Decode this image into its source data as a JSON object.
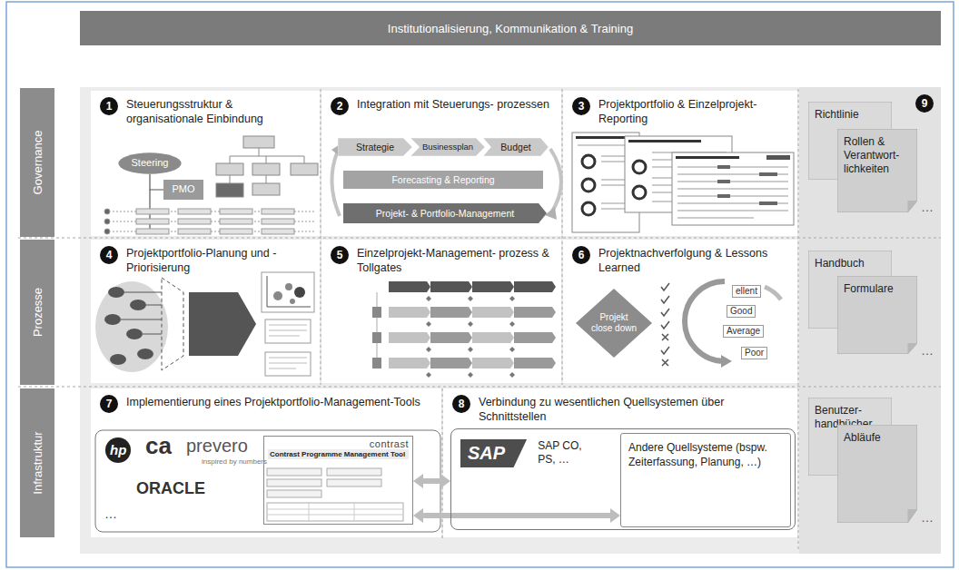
{
  "diagram": {
    "nodes": [
      {
        "text": [
          "Institutionalisierung, Kommunikation & Training"
        ]
      },
      {
        "text": [
          "Governance"
        ]
      },
      {
        "text": [
          "Prozesse"
        ]
      },
      {
        "text": [
          "Infrastruktur"
        ]
      },
      {
        "text": [
          "1",
          "Steuerungsstruktur & organisationale Einbindung"
        ]
      },
      {
        "text": [
          "Steering"
        ],
        "in": 4
      },
      {
        "text": [
          "PMO"
        ],
        "in": 4
      },
      {
        "text": [
          "2",
          "Integration mit Steuerungs- prozessen"
        ]
      },
      {
        "text": [
          "Strategie"
        ],
        "in": 7
      },
      {
        "text": [
          "Businessplan"
        ],
        "in": 7
      },
      {
        "text": [
          "Budget"
        ],
        "in": 7
      },
      {
        "text": [
          "Forecasting & Reporting"
        ],
        "in": 7
      },
      {
        "text": [
          "Projekt- & Portfolio-Management"
        ],
        "in": 7
      },
      {
        "text": [
          "3",
          "Projektportfolio & Einzelprojekt-Reporting"
        ]
      },
      {
        "text": [
          "4",
          "Projektportfolio-Planung und -Priorisierung"
        ]
      },
      {
        "text": [
          "5",
          "Einzelprojekt-Management- prozess & Tollgates"
        ]
      },
      {
        "text": [
          "6",
          "Projektnachverfolgung & Lessons Learned"
        ]
      },
      {
        "text": [
          "Projekt close down"
        ],
        "in": 16
      },
      {
        "text": [
          "7",
          "Implementierung eines Projektportfolio-Management-Tools"
        ]
      },
      {
        "text": [
          "Contrast Programme Management Tool",
          "contrast"
        ],
        "in": 18
      },
      {
        "text": [
          "8",
          "Verbindung zu wesentlichen Quellsystemen über Schnittstellen"
        ]
      },
      {
        "text": [
          "SAP",
          "SAP CO, PS, …"
        ],
        "in": 20
      },
      {
        "text": [
          "Andere Quellsysteme (bspw. Zeiterfassung, Planung, …)"
        ],
        "in": 21
      },
      {
        "text": [
          "9"
        ]
      },
      {
        "text": [
          "Richtlinie"
        ],
        "in": 23
      },
      {
        "text": [
          "Rollen & Verantwort- lichkeiten"
        ],
        "in": 23
      },
      {
        "text": [
          "Handbuch"
        ],
        "in": 23
      },
      {
        "text": [
          "Formulare"
        ],
        "in": 23
      },
      {
        "text": [
          "Benutzer- handbücher"
        ],
        "in": 23
      },
      {
        "text": [
          "Abläufe"
        ],
        "in": 23
      }
    ],
    "edges": [
      {
        "from": 5,
        "to": 6,
        "arrow": "none"
      },
      {
        "from": 19,
        "to": 21,
        "arrow": "both"
      },
      {
        "from": 19,
        "to": 22,
        "arrow": "both"
      }
    ],
    "labels": [
      "ellent",
      "Good",
      "Average",
      "Poor",
      "hp",
      "ca",
      "prevero",
      "inspired by numbers",
      "ORACLE",
      "…",
      "…",
      "…",
      "…"
    ]
  }
}
